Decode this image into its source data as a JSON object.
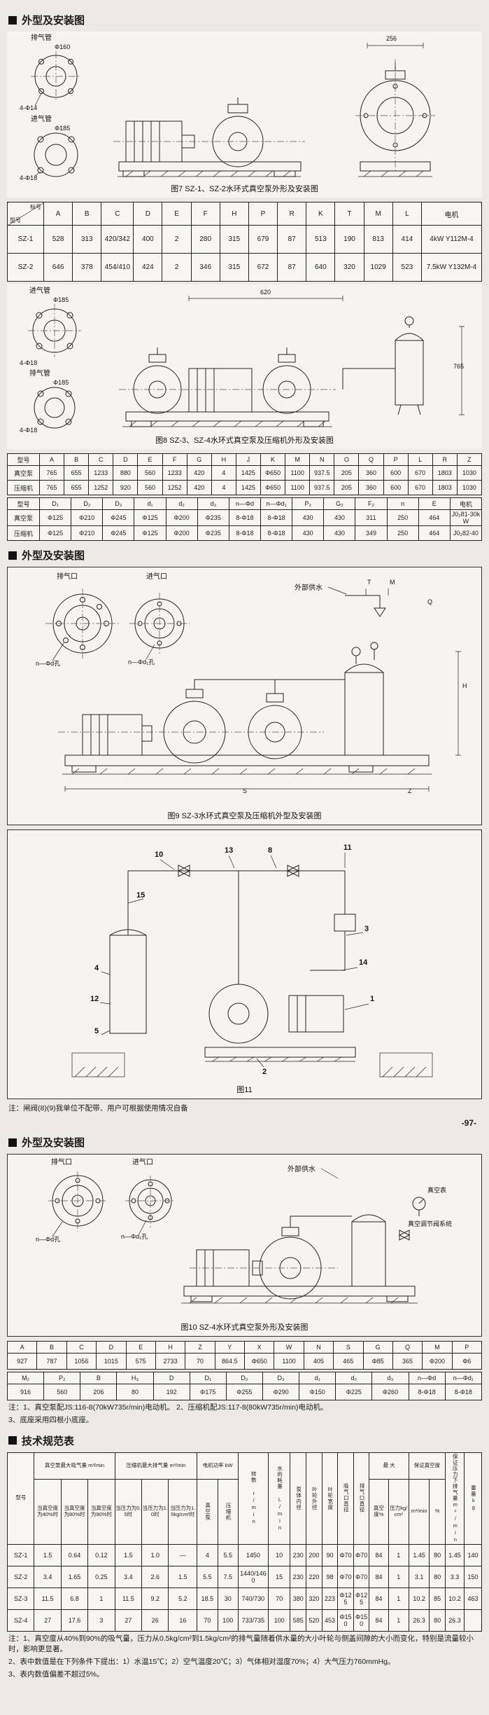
{
  "page": {
    "number": "-97-"
  },
  "sections": {
    "outline1": "外型及安装图",
    "outline2": "外型及安装图",
    "outline3": "外型及安装图",
    "spec": "技术规范表"
  },
  "figures": {
    "fig7": {
      "caption": "图7 SZ-1、SZ-2水环式真空泵外形及安装图",
      "labels": {
        "exhaust_pipe": "排气管",
        "exhaust_dia": "Φ160",
        "exhaust_holes": "4-Φ14",
        "intake_pipe": "进气管",
        "intake_dia": "Φ185",
        "intake_holes": "4-Φ18",
        "dim_right": "256"
      }
    },
    "fig8": {
      "caption": "图8 SZ-3、SZ-4水环式真空泵及压缩机外形及安装图",
      "labels": {
        "intake_pipe": "进气管",
        "intake_dia": "Φ185",
        "intake_holes": "4-Φ18",
        "exhaust_pipe": "排气管",
        "exhaust_dia": "Φ185",
        "exhaust_holes2": "4-Φ18",
        "dim_top": "620",
        "dim_height": "765"
      }
    },
    "fig9": {
      "caption": "图9 SZ-3水环式真空泵及压缩机外型及安装图",
      "labels": {
        "exhaust_port": "排气口",
        "intake_port": "进气口",
        "holes1": "n—Φd孔",
        "holes2": "n—Φd₁孔",
        "water": "外部供水",
        "dimT": "T",
        "dimM": "M",
        "dimQ": "Q",
        "dimH": "H",
        "dimS": "S",
        "dimZ": "Z"
      }
    },
    "fig11": {
      "caption": "图11",
      "callouts": [
        "10",
        "13",
        "8",
        "11",
        "15",
        "3",
        "14",
        "1",
        "4",
        "12",
        "5",
        "2"
      ],
      "note": "注：闸阀(8)(9)我单位不配带、用户可根据使用情况自备"
    },
    "fig10": {
      "caption": "图10 SZ-4水环式真空泵外形及安装图",
      "labels": {
        "exhaust_port": "排气口",
        "intake_port": "进气口",
        "holes1": "n—Φd孔",
        "holes2": "n—Φd₁孔",
        "water": "外部供水",
        "gauge": "真空表",
        "valve_system": "真空调节阀系统"
      }
    }
  },
  "table1": {
    "corner_top": "标号",
    "corner_bottom": "型号",
    "columns": [
      "A",
      "B",
      "C",
      "D",
      "E",
      "F",
      "H",
      "P",
      "R",
      "K",
      "T",
      "M",
      "L",
      "电机"
    ],
    "rows": [
      [
        "SZ-1",
        "528",
        "313",
        "420/342",
        "400",
        "2",
        "280",
        "315",
        "679",
        "87",
        "513",
        "190",
        "813",
        "414",
        "4kW Y112M-4"
      ],
      [
        "SZ-2",
        "646",
        "378",
        "454/410",
        "424",
        "2",
        "346",
        "315",
        "672",
        "87",
        "640",
        "320",
        "1029",
        "523",
        "7.5kW Y132M-4"
      ]
    ]
  },
  "table2a": {
    "columns": [
      "型号",
      "A",
      "B",
      "C",
      "D",
      "E",
      "F",
      "G",
      "H",
      "J",
      "K",
      "M",
      "N",
      "O",
      "Q",
      "P",
      "L",
      "R",
      "Z"
    ],
    "rows": [
      [
        "真空泵",
        "765",
        "655",
        "1233",
        "880",
        "560",
        "1233",
        "420",
        "4",
        "1425",
        "Φ650",
        "1100",
        "937.5",
        "205",
        "360",
        "600",
        "670",
        "1803",
        "1030"
      ],
      [
        "压缩机",
        "765",
        "655",
        "1252",
        "920",
        "560",
        "1252",
        "420",
        "4",
        "1425",
        "Φ650",
        "1100",
        "937.5",
        "205",
        "360",
        "600",
        "670",
        "1803",
        "1030"
      ]
    ]
  },
  "table2b": {
    "columns": [
      "型号",
      "D₁",
      "D₂",
      "D₃",
      "d₁",
      "d₂",
      "d₃",
      "n—Φd",
      "n—Φd₁",
      "P₂",
      "G₂",
      "F₂",
      "n",
      "E",
      "电机"
    ],
    "rows": [
      [
        "真空泵",
        "Φ125",
        "Φ210",
        "Φ245",
        "Φ125",
        "Φ200",
        "Φ235",
        "8-Φ18",
        "8-Φ18",
        "430",
        "430",
        "311",
        "250",
        "464",
        "J0₂81-30kW"
      ],
      [
        "压缩机",
        "Φ125",
        "Φ210",
        "Φ245",
        "Φ125",
        "Φ200",
        "Φ235",
        "8-Φ18",
        "8-Φ18",
        "430",
        "430",
        "349",
        "250",
        "464",
        "J0₂82-40"
      ]
    ]
  },
  "table3a": {
    "columns": [
      "A",
      "B",
      "C",
      "D",
      "E",
      "H",
      "Z",
      "Y",
      "X",
      "W",
      "N",
      "S",
      "G",
      "Q",
      "M",
      "P"
    ],
    "rows": [
      [
        "927",
        "787",
        "1056",
        "1015",
        "575",
        "2733",
        "70",
        "864.5",
        "Φ650",
        "1100",
        "405",
        "465",
        "Φ85",
        "365",
        "Φ200",
        "Φ6"
      ]
    ]
  },
  "table3b": {
    "columns": [
      "M₂",
      "P₂",
      "B",
      "H₃",
      "D",
      "D₁",
      "D₂",
      "D₃",
      "d₁",
      "d₂",
      "d₃",
      "n—Φd",
      "n—Φd₁"
    ],
    "rows": [
      [
        "916",
        "560",
        "206",
        "80",
        "192",
        "Φ175",
        "Φ255",
        "Φ290",
        "Φ150",
        "Φ225",
        "Φ260",
        "8-Φ18",
        "8-Φ18"
      ]
    ]
  },
  "table3_notes": {
    "line1": "注：1、真空泵配JS:116-8(70kW735r/min)电动机。 2、压缩机配JS:117-8(80kW735r/min)电动机。",
    "line2": "3、底座采用四根小底座。"
  },
  "spec": {
    "header": {
      "model": "型号",
      "vac_group": "真空泵最大吸气量 m³/min",
      "comp_group": "压缩机最大排气量 m³/min",
      "power_group": "电机功率 kW",
      "speed": "转数 r/min",
      "water": "水的耗量 L/min",
      "pump_bore": "泵体内径",
      "impeller_od": "叶轮外径",
      "impeller_w": "叶轮宽度",
      "suction_dia": "吸气口直径",
      "discharge_dia": "排气口直径",
      "max_group": "最 大",
      "guarantee_group": "保证真空度",
      "guarantee_discharge": "保证压力下排气量m³/min",
      "weight": "重量kg",
      "sub_v40": "当真空度为40%时",
      "sub_v80": "当真空度为80%时",
      "sub_v90": "当真空度为90%时",
      "sub_p05": "当压力为0.5时",
      "sub_p10": "当压力为1.0时",
      "sub_p15": "当压力为1.5kg/cm²时",
      "sub_pump": "真空泵",
      "sub_comp": "压缩机",
      "sub_vac_pct": "真空度%",
      "sub_pressure": "压力kg/cm²",
      "sub_m3": "m³/min",
      "sub_pct": "%"
    },
    "rows": [
      [
        "SZ-1",
        "1.5",
        "0.64",
        "0.12",
        "1.5",
        "1.0",
        "—",
        "4",
        "5.5",
        "1450",
        "10",
        "230",
        "200",
        "90",
        "Φ70",
        "Φ70",
        "84",
        "1",
        "1.45",
        "80",
        "1.45",
        "140"
      ],
      [
        "SZ-2",
        "3.4",
        "1.65",
        "0.25",
        "3.4",
        "2.6",
        "1.5",
        "5.5",
        "7.5",
        "1440/1460",
        "15",
        "230",
        "220",
        "98",
        "Φ70",
        "Φ70",
        "84",
        "1",
        "3.1",
        "80",
        "3.3",
        "150"
      ],
      [
        "SZ-3",
        "11.5",
        "6.8",
        "1",
        "11.5",
        "9.2",
        "5.2",
        "18.5",
        "30",
        "740/730",
        "70",
        "380",
        "320",
        "223",
        "Φ125",
        "Φ125",
        "84",
        "1",
        "10.2",
        "85",
        "10.2",
        "463"
      ],
      [
        "SZ-4",
        "27",
        "17.6",
        "3",
        "27",
        "26",
        "16",
        "70",
        "100",
        "733/735",
        "100",
        "585",
        "520",
        "453",
        "Φ150",
        "Φ150",
        "84",
        "1",
        "26.3",
        "80",
        "26.3",
        ""
      ]
    ],
    "notes": {
      "n1": "注：1、真空度从40%到90%的吸气量，压力从0.5kg/cm²到1.5kg/cm²的排气量随着供水量的大小叶轮与侧盖间隙的大小而变化，特别是流量较小时，影响更显著。",
      "n2": "2、表中数值是在下列条件下提出：1）水温15℃；2）空气温度20℃；3）气体相对湿度70%；4）大气压力760mmHg。",
      "n3": "3、表内数值偏差不超过5%。"
    }
  }
}
